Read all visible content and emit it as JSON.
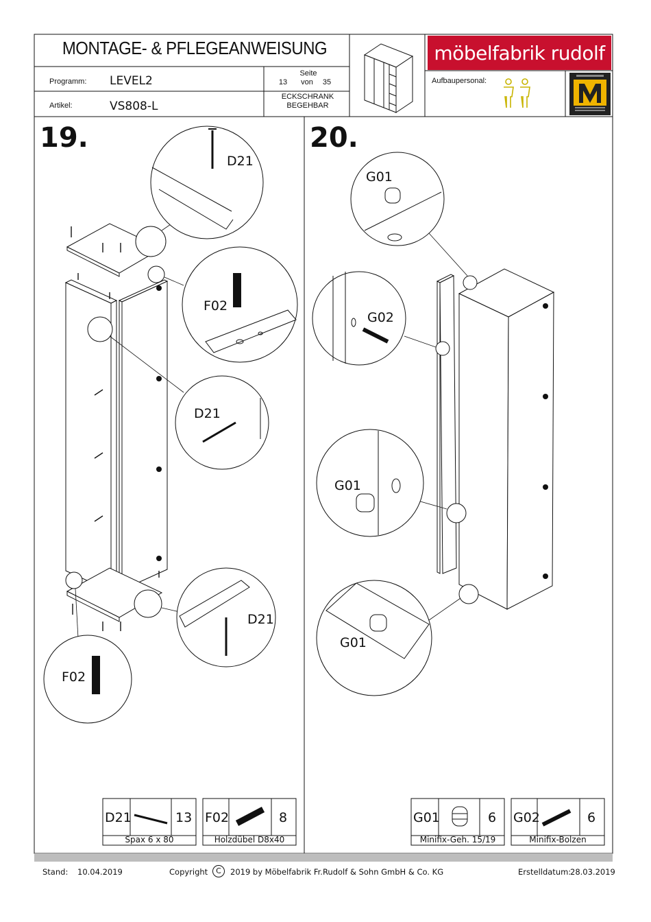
{
  "header": {
    "title": "MONTAGE- & PFLEGEANWEISUNG",
    "program_label": "Programm:",
    "program_value": "LEVEL2",
    "article_label": "Artikel:",
    "article_value": "VS808-L",
    "page_label": "Seite",
    "page_current": "13",
    "page_of": "von",
    "page_total": "35",
    "product_line1": "ECKSCHRANK",
    "product_line2": "BEGEHBAR",
    "brand": "möbelfabrik rudolf",
    "staff_label": "Aufbaupersonal:",
    "staff_count": 2
  },
  "steps": [
    {
      "number": "19.",
      "callouts": [
        "D21",
        "F02",
        "D21",
        "D21",
        "F02"
      ]
    },
    {
      "number": "20.",
      "callouts": [
        "G01",
        "G02",
        "G01",
        "G01"
      ]
    }
  ],
  "parts": [
    {
      "code": "D21",
      "qty": "13",
      "name": "Spax  6 x 80",
      "icon": "screw-icon"
    },
    {
      "code": "F02",
      "qty": "8",
      "name": "Holzdübel D8x40",
      "icon": "dowel-icon"
    },
    {
      "code": "G01",
      "qty": "6",
      "name": "Minifix-Geh. 15/19",
      "icon": "cam-lock-icon"
    },
    {
      "code": "G02",
      "qty": "6",
      "name": "Minifix-Bolzen",
      "icon": "cam-bolt-icon"
    }
  ],
  "footer": {
    "stand_label": "Stand:",
    "stand_date": "10.04.2019",
    "copyright_label": "Copyright",
    "copyright_symbol": "C",
    "copyright_text": "2019  by Möbelfabrik Fr.Rudolf & Sohn GmbH & Co. KG",
    "created_label": "Erstelldatum:",
    "created_date": "28.03.2019"
  },
  "colors": {
    "brand_red": "#c8102e",
    "line": "#111111",
    "footer_bar": "#bdbdbd",
    "staff_icon": "#c8b400"
  }
}
